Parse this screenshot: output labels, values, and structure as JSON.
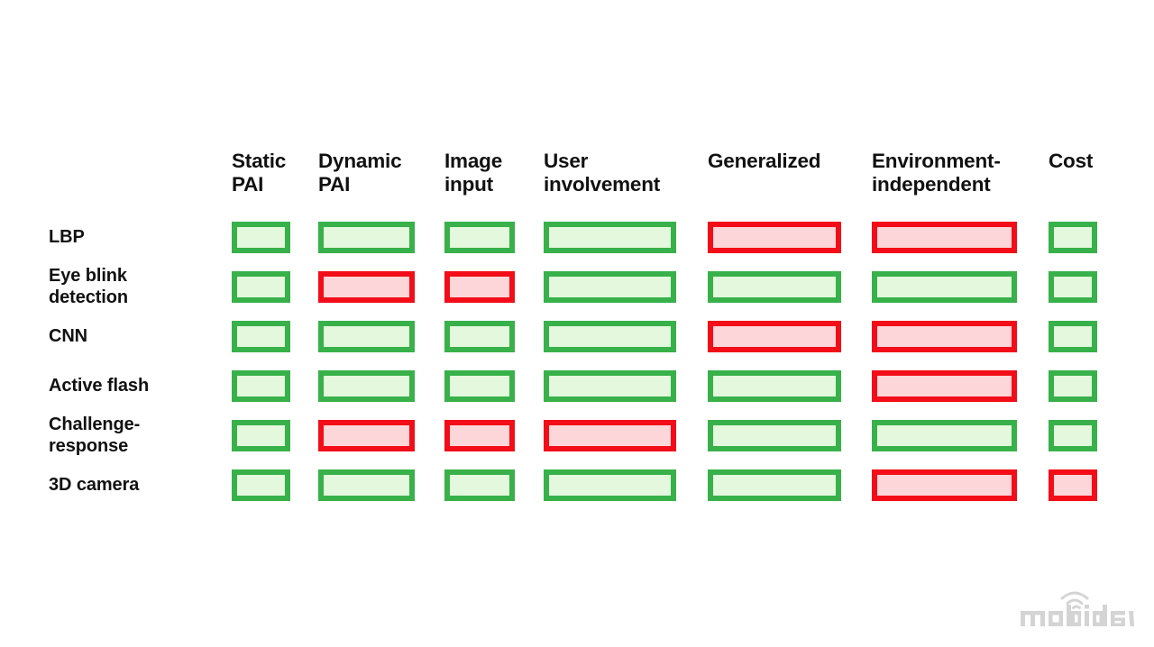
{
  "matrix": {
    "columns": [
      {
        "id": "static-pai",
        "label": "Static\nPAI"
      },
      {
        "id": "dynamic-pai",
        "label": "Dynamic\nPAI"
      },
      {
        "id": "image-input",
        "label": "Image\ninput"
      },
      {
        "id": "user-involvement",
        "label": "User\ninvolvement"
      },
      {
        "id": "generalized",
        "label": "Generalized"
      },
      {
        "id": "environment-independent",
        "label": "Environment-\nindependent"
      },
      {
        "id": "cost",
        "label": "Cost"
      }
    ],
    "rows": [
      {
        "id": "lbp",
        "label": "LBP",
        "values": [
          "good",
          "good",
          "good",
          "good",
          "bad",
          "bad",
          "good"
        ]
      },
      {
        "id": "eye-blink-detection",
        "label": "Eye blink\ndetection",
        "values": [
          "good",
          "bad",
          "bad",
          "good",
          "good",
          "good",
          "good"
        ]
      },
      {
        "id": "cnn",
        "label": "CNN",
        "values": [
          "good",
          "good",
          "good",
          "good",
          "bad",
          "bad",
          "good"
        ]
      },
      {
        "id": "active-flash",
        "label": "Active flash",
        "values": [
          "good",
          "good",
          "good",
          "good",
          "good",
          "bad",
          "good"
        ]
      },
      {
        "id": "challenge-response",
        "label": "Challenge-\nresponse",
        "values": [
          "good",
          "bad",
          "bad",
          "bad",
          "good",
          "good",
          "good"
        ]
      },
      {
        "id": "3d-camera",
        "label": "3D camera",
        "values": [
          "good",
          "good",
          "good",
          "good",
          "good",
          "bad",
          "bad"
        ]
      }
    ]
  },
  "legend_colors": {
    "good_border": "#38b14a",
    "good_fill": "#e3f8dc",
    "bad_border": "#f20d18",
    "bad_fill": "#fcd6d8",
    "text": "#111111",
    "background": "#ffffff",
    "logo": "#d3d3d3"
  },
  "branding": {
    "logo_text": "mobidev",
    "logo_icon": "wifi-arc-icon"
  }
}
